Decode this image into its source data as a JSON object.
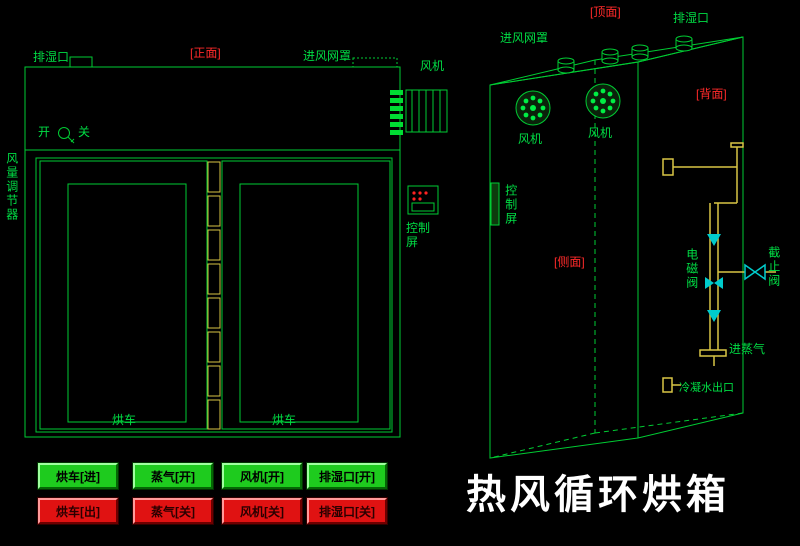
{
  "title": "热风循环烘箱",
  "colors": {
    "background": "#000000",
    "line_green": "#00cc33",
    "label_green": "#00dd44",
    "label_red": "#ff2a2a",
    "pipe_yellow": "#d9c545",
    "valve_cyan": "#00cccc",
    "button_green": "#1ecb1e",
    "button_red": "#e01212",
    "title_white": "#ffffff"
  },
  "front_view": {
    "tag": "[正面]",
    "vent_label": "排湿口",
    "inlet_label": "进风网罩",
    "fan_label": "风机",
    "switch_on_label": "开",
    "switch_off_label": "关",
    "regulator_label": "风量调节器",
    "cart_left_label": "烘车",
    "cart_right_label": "烘车",
    "control_screen_label": "控制屏"
  },
  "iso_view": {
    "top_tag": "[顶面]",
    "back_tag": "[背面]",
    "side_tag": "[侧面]",
    "vent_label": "排湿口",
    "inlet_label": "进风网罩",
    "fan_left_label": "风机",
    "fan_right_label": "风机",
    "control_screen_label": "控制屏",
    "solenoid_valve_label": "电磁阀",
    "stop_valve_label": "截止阀",
    "steam_inlet_label": "进蒸气",
    "condensate_outlet_label": "冷凝水出口"
  },
  "buttons": {
    "green": [
      "烘车[进]",
      "蒸气[开]",
      "风机[开]",
      "排湿口[开]"
    ],
    "red": [
      "烘车[出]",
      "蒸气[关]",
      "风机[关]",
      "排湿口[关]"
    ]
  }
}
